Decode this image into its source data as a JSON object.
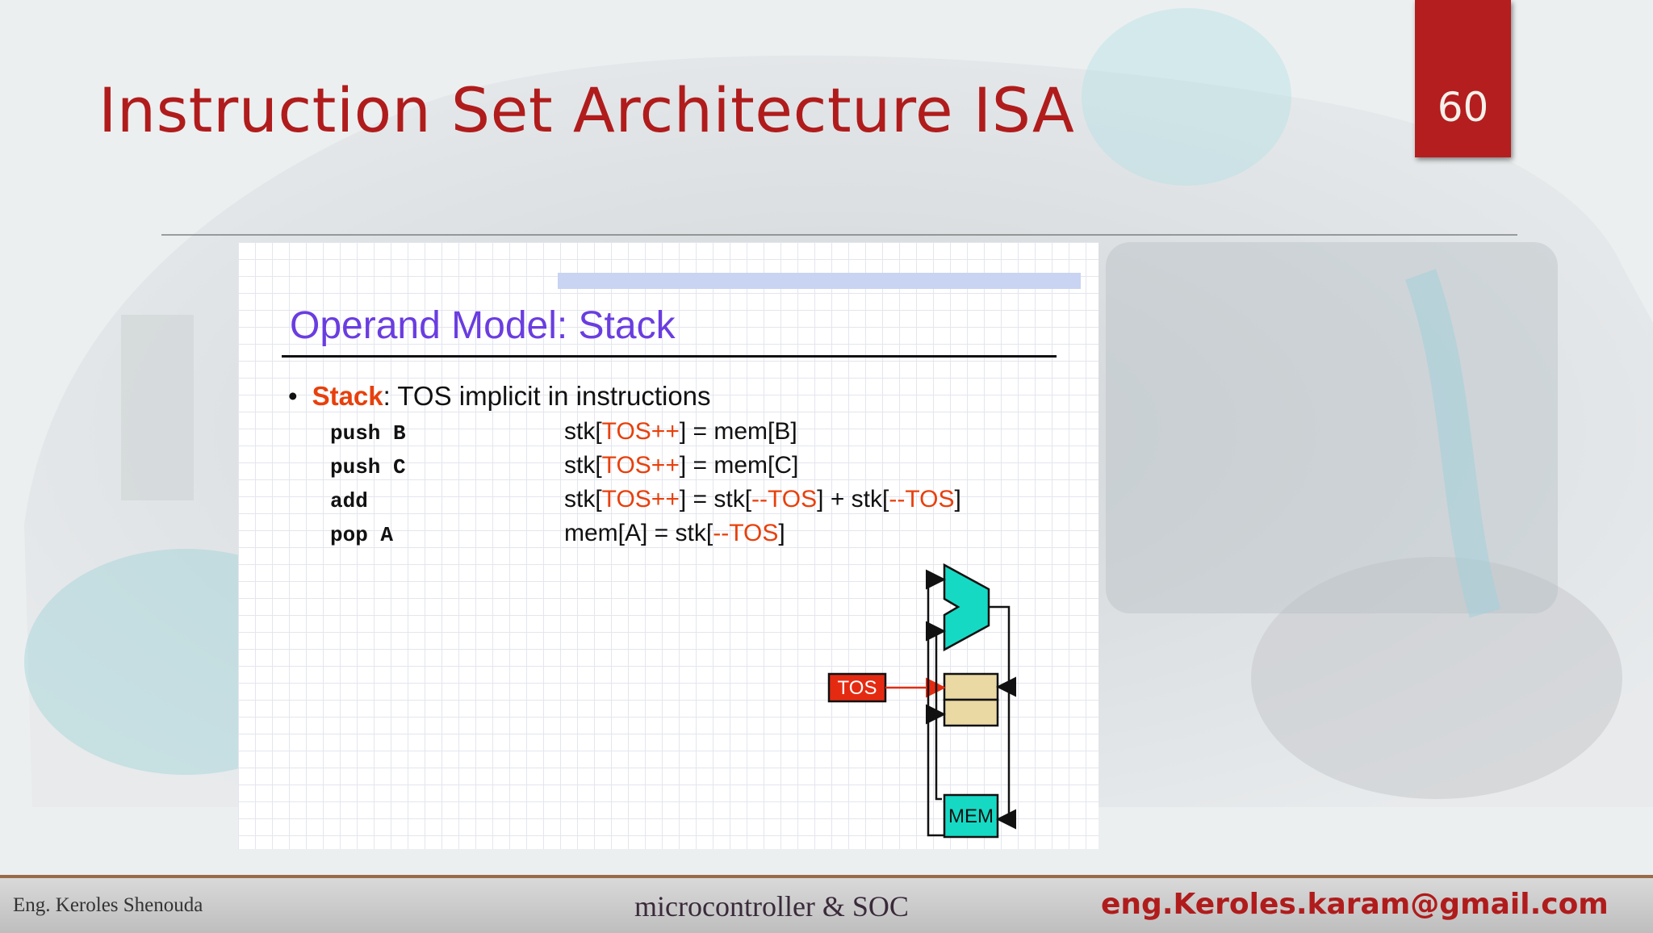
{
  "slide": {
    "title": "Instruction Set Architecture ISA",
    "page_number": "60"
  },
  "embedded": {
    "title": "Operand Model: Stack",
    "bullet": {
      "keyword": "Stack",
      "text": ": TOS implicit in instructions"
    },
    "code_rows": [
      {
        "instr": "push B",
        "effect": [
          "stk[",
          "TOS++",
          "] = mem[B]"
        ]
      },
      {
        "instr": "push C",
        "effect": [
          "stk[",
          "TOS++",
          "] = mem[C]"
        ]
      },
      {
        "instr": "add",
        "effect": [
          "stk[",
          "TOS++",
          "] = stk[",
          "--TOS",
          "] + stk[",
          "--TOS",
          "]"
        ]
      },
      {
        "instr": "pop A",
        "effect": [
          "mem[A] = stk[",
          "--TOS",
          "]"
        ]
      }
    ],
    "diagram": {
      "tos_label": "TOS",
      "mem_label": "MEM",
      "colors": {
        "alu": "#16d9c4",
        "stack_cell": "#ead9a3",
        "tos_box": "#e42b12",
        "mem": "#16d9c4",
        "arrow_red": "#e42b12"
      }
    }
  },
  "footer": {
    "author": "Eng. Keroles Shenouda",
    "course": "microcontroller & SOC",
    "email": "eng.Keroles.karam@gmail.com"
  }
}
